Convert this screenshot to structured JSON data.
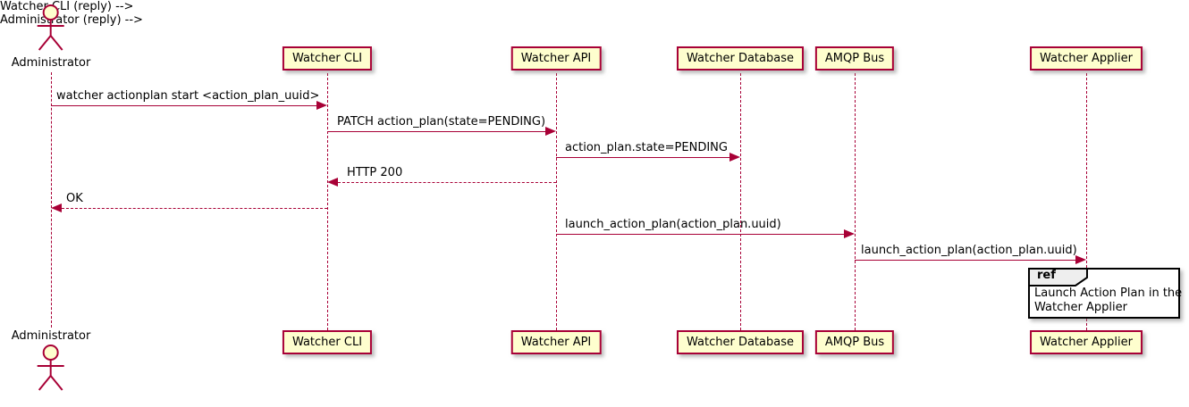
{
  "diagram": {
    "type": "uml-sequence-diagram",
    "actor": {
      "name": "Administrator"
    },
    "participants": [
      {
        "label": "Watcher CLI"
      },
      {
        "label": "Watcher API"
      },
      {
        "label": "Watcher Database"
      },
      {
        "label": "AMQP Bus"
      },
      {
        "label": "Watcher Applier"
      }
    ],
    "messages": [
      {
        "label": "watcher actionplan start <action_plan_uuid>",
        "from": "Administrator",
        "to": "Watcher CLI",
        "style": "solid"
      },
      {
        "label": "PATCH action_plan(state=PENDING)",
        "from": "Watcher CLI",
        "to": "Watcher API",
        "style": "solid"
      },
      {
        "label": "action_plan.state=PENDING",
        "from": "Watcher API",
        "to": "Watcher Database",
        "style": "solid"
      },
      {
        "label": "HTTP 200",
        "from": "Watcher API",
        "to": "Watcher CLI",
        "style": "dashed"
      },
      {
        "label": "OK",
        "from": "Watcher CLI",
        "to": "Administrator",
        "style": "dashed"
      },
      {
        "label": "launch_action_plan(action_plan.uuid)",
        "from": "Watcher API",
        "to": "AMQP Bus",
        "style": "solid"
      },
      {
        "label": "launch_action_plan(action_plan.uuid)",
        "from": "AMQP Bus",
        "to": "Watcher Applier",
        "style": "solid"
      }
    ],
    "ref": {
      "keyword": "ref",
      "lines": [
        "Launch Action Plan in the",
        "Watcher Applier"
      ]
    },
    "colors": {
      "participant_fill": "#FEFECE",
      "participant_border": "#A80036",
      "line_color": "#A80036",
      "actor_head_fill": "#FEFECE",
      "ref_border": "#000000",
      "ref_header_fill": "#EEEEEE",
      "text": "#000000",
      "background": "#FFFFFF"
    }
  }
}
